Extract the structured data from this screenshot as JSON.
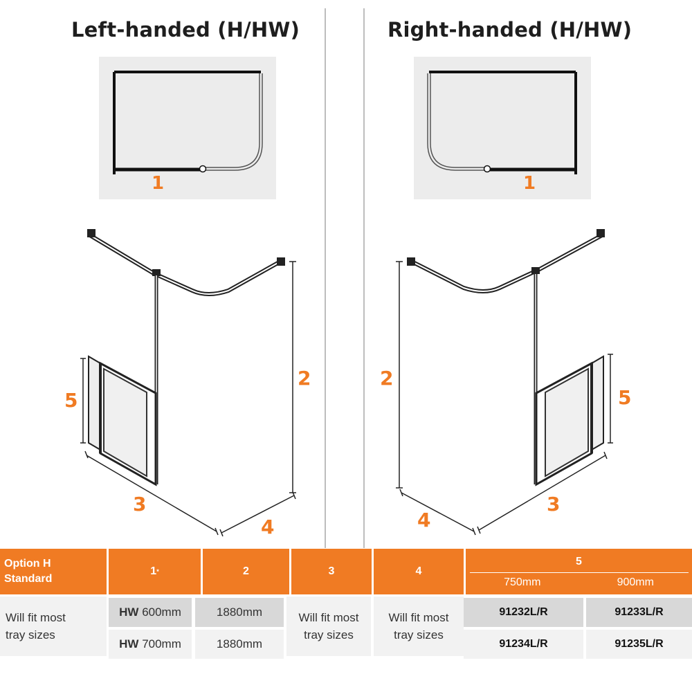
{
  "panels": {
    "left": {
      "title": "Left-handed (H/HW)",
      "plan_label": "1"
    },
    "right": {
      "title": "Right-handed (H/HW)",
      "plan_label": "1"
    }
  },
  "dimension_labels": {
    "left": {
      "d2": "2",
      "d3": "3",
      "d4": "4",
      "d5": "5"
    },
    "right": {
      "d2": "2",
      "d3": "3",
      "d4": "4",
      "d5": "5"
    }
  },
  "table": {
    "header": {
      "option": "Option H\nStandard",
      "c1": "1",
      "c1_sup": "*",
      "c2": "2",
      "c3": "3",
      "c4": "4",
      "c5": "5",
      "c5_sub_a": "750mm",
      "c5_sub_b": "900mm"
    },
    "row_label": "Will fit most\ntray sizes",
    "col3": "Will fit most\ntray sizes",
    "col4": "Will fit most\ntray sizes",
    "rows": [
      {
        "hw": "HW",
        "size": "600mm",
        "height": "1880mm",
        "code_750": "91232L/R",
        "code_900": "91233L/R"
      },
      {
        "hw": "HW",
        "size": "700mm",
        "height": "1880mm",
        "code_750": "91234L/R",
        "code_900": "91235L/R"
      }
    ]
  },
  "colors": {
    "accent": "#f07b23",
    "plan_bg": "#ececec",
    "cell_grey": "#d8d8d8"
  }
}
